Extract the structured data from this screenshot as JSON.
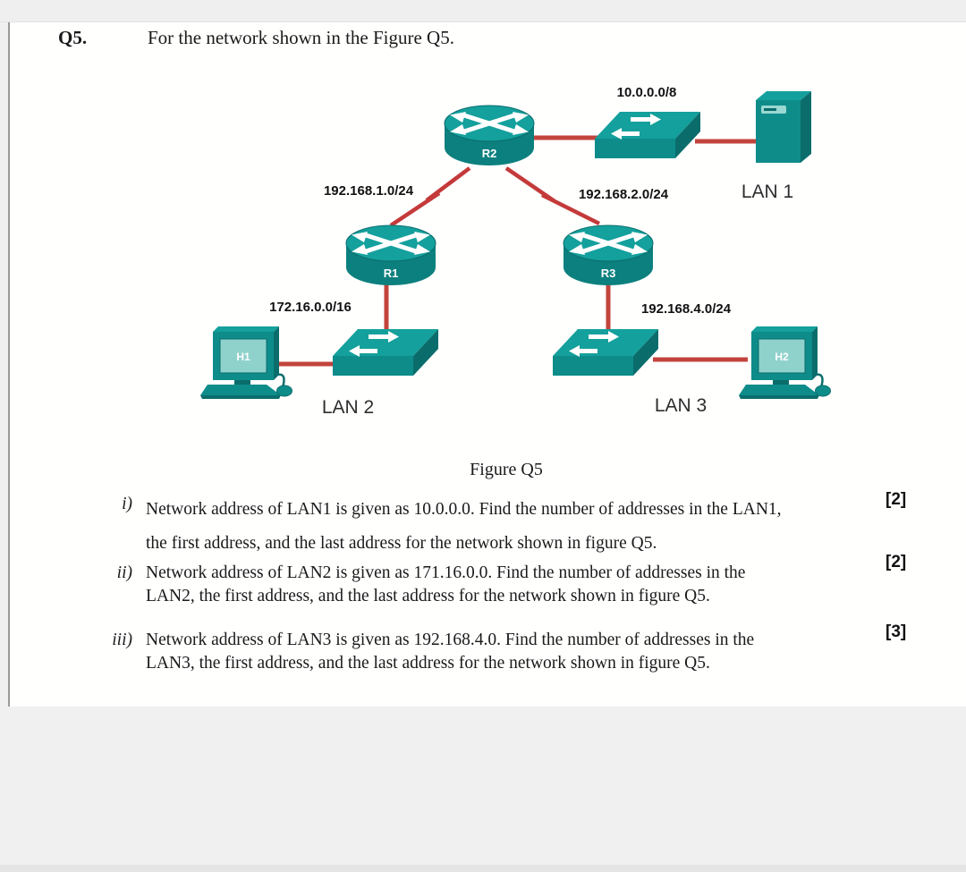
{
  "question": {
    "number": "Q5.",
    "intro": "For the network shown in the Figure Q5.",
    "figure_caption": "Figure Q5",
    "items": [
      {
        "numeral": "i)",
        "line1": "Network address of LAN1 is given as 10.0.0.0. Find the number of addresses in the LAN1,",
        "line2": "the first address, and the last address for the network shown in figure Q5.",
        "marks": "[2]"
      },
      {
        "numeral": "ii)",
        "line1": "Network address of LAN2 is given as 171.16.0.0. Find the number of addresses in the",
        "line2": "LAN2, the first address, and the last address for the network shown in figure Q5.",
        "marks": "[2]"
      },
      {
        "numeral": "iii)",
        "line1": "Network address of LAN3 is given as 192.168.4.0. Find the number of addresses in the",
        "line2": "LAN3, the first address, and the last address for the network shown in figure Q5.",
        "marks": "[3]"
      }
    ]
  },
  "diagram": {
    "labels": {
      "r1": "R1",
      "r2": "R2",
      "r3": "R3",
      "h1": "H1",
      "h2": "H2",
      "lan1_prefix": "10.0.0.0/8",
      "link_r1_r2": "192.168.1.0/24",
      "link_r2_r3": "192.168.2.0/24",
      "lan2_prefix": "172.16.0.0/16",
      "lan3_prefix": "192.168.4.0/24",
      "lan1": "LAN 1",
      "lan2": "LAN 2",
      "lan3": "LAN 3"
    },
    "colors": {
      "device_teal_top": "#14a09c",
      "device_teal_front": "#0e8c8a",
      "device_teal_side": "#0a6d6c",
      "screen_teal": "#8fd2cb",
      "link_red": "#c2443c"
    }
  }
}
